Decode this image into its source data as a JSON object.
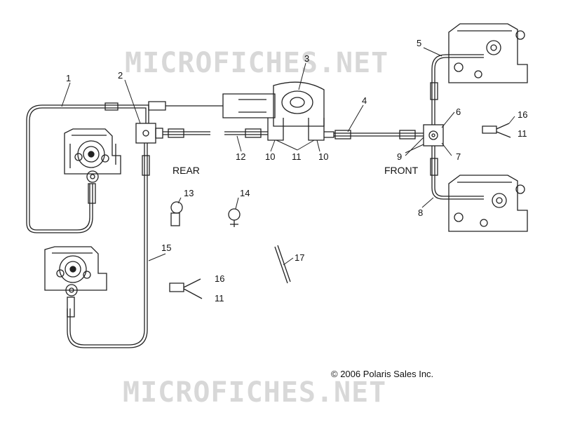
{
  "watermark": {
    "top": "MICROFICHES.NET",
    "bottom": "MICROFICHES.NET"
  },
  "copyright": "© 2006 Polaris Sales Inc.",
  "sides": {
    "rear": "REAR",
    "front": "FRONT"
  },
  "callouts": [
    {
      "id": "c1",
      "text": "1"
    },
    {
      "id": "c2",
      "text": "2"
    },
    {
      "id": "c3",
      "text": "3"
    },
    {
      "id": "c4",
      "text": "4"
    },
    {
      "id": "c5",
      "text": "5"
    },
    {
      "id": "c6",
      "text": "6"
    },
    {
      "id": "c7",
      "text": "7"
    },
    {
      "id": "c8",
      "text": "8"
    },
    {
      "id": "c9",
      "text": "9"
    },
    {
      "id": "c10a",
      "text": "10"
    },
    {
      "id": "c10b",
      "text": "10"
    },
    {
      "id": "c11a",
      "text": "11"
    },
    {
      "id": "c11b",
      "text": "11"
    },
    {
      "id": "c11c",
      "text": "11"
    },
    {
      "id": "c12",
      "text": "12"
    },
    {
      "id": "c13",
      "text": "13"
    },
    {
      "id": "c14",
      "text": "14"
    },
    {
      "id": "c15",
      "text": "15"
    },
    {
      "id": "c16a",
      "text": "16"
    },
    {
      "id": "c16b",
      "text": "16"
    },
    {
      "id": "c17",
      "text": "17"
    }
  ]
}
